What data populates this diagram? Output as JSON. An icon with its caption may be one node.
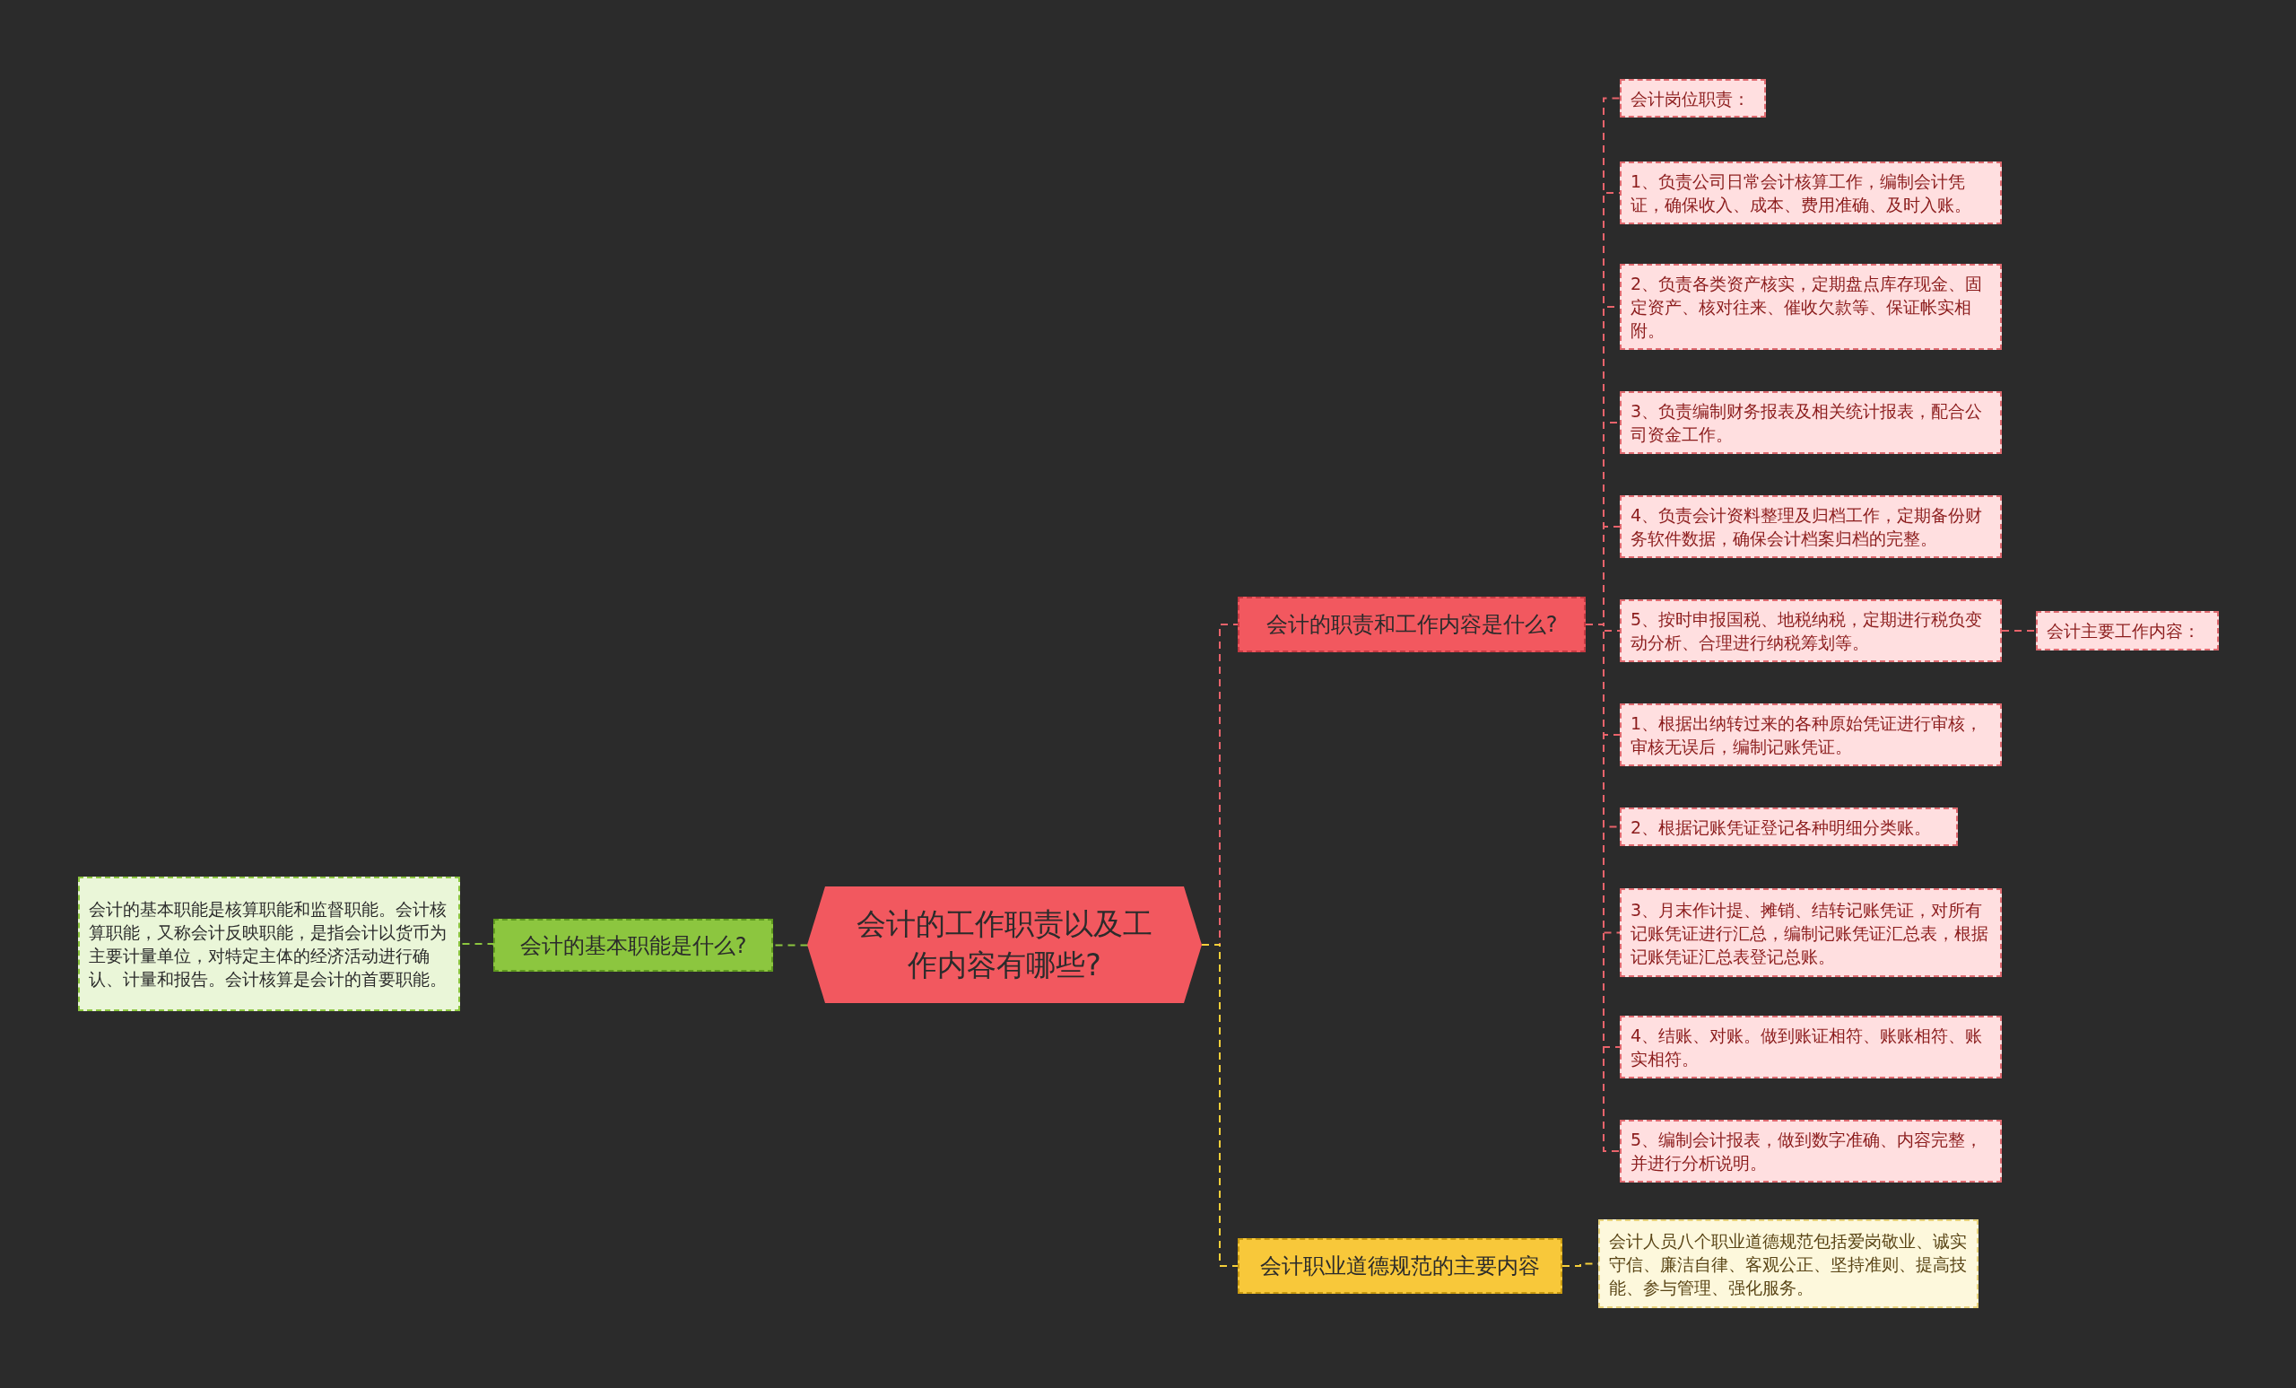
{
  "diagram": {
    "nodes": [
      {
        "text": [
          "会计的工作职责以及工作内容有哪些?"
        ]
      },
      {
        "text": [
          "会计的职责和工作内容是什么?"
        ]
      },
      {
        "text": [
          "会计岗位职责："
        ]
      },
      {
        "text": [
          "1、负责公司日常会计核算工作，编制会计凭证，确保收入、成本、费用准确、及时入账。"
        ]
      },
      {
        "text": [
          "2、负责各类资产核实，定期盘点库存现金、固定资产、核对往来、催收欠款等、保证帐实相附。"
        ]
      },
      {
        "text": [
          "3、负责编制财务报表及相关统计报表，配合公司资金工作。"
        ]
      },
      {
        "text": [
          "4、负责会计资料整理及归档工作，定期备份财务软件数据，确保会计档案归档的完整。"
        ]
      },
      {
        "text": [
          "5、按时申报国税、地税纳税，定期进行税负变动分析、合理进行纳税筹划等。"
        ]
      },
      {
        "text": [
          "1、根据出纳转过来的各种原始凭证进行审核，审核无误后，编制记账凭证。"
        ]
      },
      {
        "text": [
          "2、根据记账凭证登记各种明细分类账。"
        ]
      },
      {
        "text": [
          "3、月末作计提、摊销、结转记账凭证，对所有记账凭证进行汇总，编制记账凭证汇总表，根据记账凭证汇总表登记总账。"
        ]
      },
      {
        "text": [
          "4、结账、对账。做到账证相符、账账相符、账实相符。"
        ]
      },
      {
        "text": [
          "5、编制会计报表，做到数字准确、内容完整，并进行分析说明。"
        ]
      },
      {
        "text": [
          "会计主要工作内容："
        ]
      },
      {
        "text": [
          "会计的基本职能是什么?"
        ]
      },
      {
        "text": [
          "会计的基本职能是核算职能和监督职能。会计核算职能，又称会计反映职能，是指会计以货币为主要计量单位，对特定主体的经济活动进行确认、计量和报告。会计核算是会计的首要职能。"
        ]
      },
      {
        "text": [
          "会计职业道德规范的主要内容"
        ]
      },
      {
        "text": [
          "会计人员八个职业道德规范包括爱岗敬业、诚实守信、廉洁自律、客观公正、坚持准则、提高技能、参与管理、强化服务。"
        ]
      }
    ],
    "edges": [
      {
        "from": 0,
        "to": 1,
        "arrow": "none",
        "style": "dashed"
      },
      {
        "from": 1,
        "to": 2,
        "arrow": "none",
        "style": "dashed"
      },
      {
        "from": 1,
        "to": 3,
        "arrow": "none",
        "style": "dashed"
      },
      {
        "from": 1,
        "to": 4,
        "arrow": "none",
        "style": "dashed"
      },
      {
        "from": 1,
        "to": 5,
        "arrow": "none",
        "style": "dashed"
      },
      {
        "from": 1,
        "to": 6,
        "arrow": "none",
        "style": "dashed"
      },
      {
        "from": 1,
        "to": 7,
        "arrow": "none",
        "style": "dashed"
      },
      {
        "from": 1,
        "to": 8,
        "arrow": "none",
        "style": "dashed"
      },
      {
        "from": 1,
        "to": 9,
        "arrow": "none",
        "style": "dashed"
      },
      {
        "from": 1,
        "to": 10,
        "arrow": "none",
        "style": "dashed"
      },
      {
        "from": 1,
        "to": 11,
        "arrow": "none",
        "style": "dashed"
      },
      {
        "from": 1,
        "to": 12,
        "arrow": "none",
        "style": "dashed"
      },
      {
        "from": 7,
        "to": 13,
        "arrow": "none",
        "style": "dashed"
      },
      {
        "from": 0,
        "to": 14,
        "arrow": "none",
        "style": "dashed",
        "color": "#8cc63f"
      },
      {
        "from": 14,
        "to": 15,
        "arrow": "none",
        "style": "dashed",
        "color": "#8cc63f"
      },
      {
        "from": 0,
        "to": 16,
        "arrow": "none",
        "style": "dashed",
        "color": "#f5cf3a"
      },
      {
        "from": 16,
        "to": 17,
        "arrow": "none",
        "style": "dashed",
        "color": "#f5cf3a"
      }
    ]
  }
}
